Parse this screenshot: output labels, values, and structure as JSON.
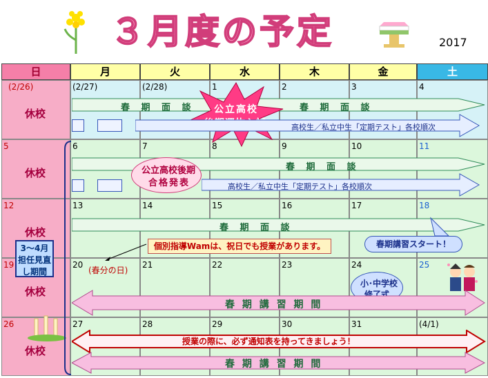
{
  "title": "３月度の予定",
  "year": "2017",
  "weekdays": [
    "日",
    "月",
    "火",
    "水",
    "木",
    "金",
    "土"
  ],
  "rows": [
    {
      "dates": [
        "(2/26)",
        "(2/27)",
        "(2/28)",
        "1",
        "2",
        "3",
        "4"
      ],
      "sunday": "休校"
    },
    {
      "dates": [
        "5",
        "6",
        "7",
        "8",
        "9",
        "10",
        "11"
      ],
      "sunday": "休校"
    },
    {
      "dates": [
        "12",
        "13",
        "14",
        "15",
        "16",
        "17",
        "18"
      ],
      "sunday": "休校"
    },
    {
      "dates": [
        "19",
        "20",
        "21",
        "22",
        "23",
        "24",
        "25"
      ],
      "sunday": "休校"
    },
    {
      "dates": [
        "26",
        "27",
        "28",
        "29",
        "30",
        "31",
        "(4/1)"
      ],
      "sunday": "休校"
    }
  ],
  "events": {
    "spring_interview": "春 期 面 談",
    "public_exam": "公立高校後期選抜入試",
    "public_exam_line1": "公立高校",
    "public_exam_line2": "後期選抜入試",
    "term_tests": "高校生／私立中生「定期テスト」各校順次",
    "announcement_line1": "公立高校後期",
    "announcement_line2": "合格発表",
    "spring_start": "春期講習スタート！",
    "holiday_note": "(春分の日)",
    "kobetsu": "個別指導Wamは、祝日でも授業があります。",
    "elementary_line1": "小･中学校",
    "elementary_line2": "修了式",
    "spring_course": "春 期 講 習 期 間",
    "bring_notice": "授業の際に、必ず通知表を持ってきましょう！",
    "side_label": "3～4月担任見直し期間"
  },
  "colors": {
    "sunday_header": "#f57fa8",
    "weekday_header": "#ffffa6",
    "saturday_header": "#39b8e5",
    "sunday_column": "#f7adc7",
    "row_bg": "#dcf7dc"
  }
}
